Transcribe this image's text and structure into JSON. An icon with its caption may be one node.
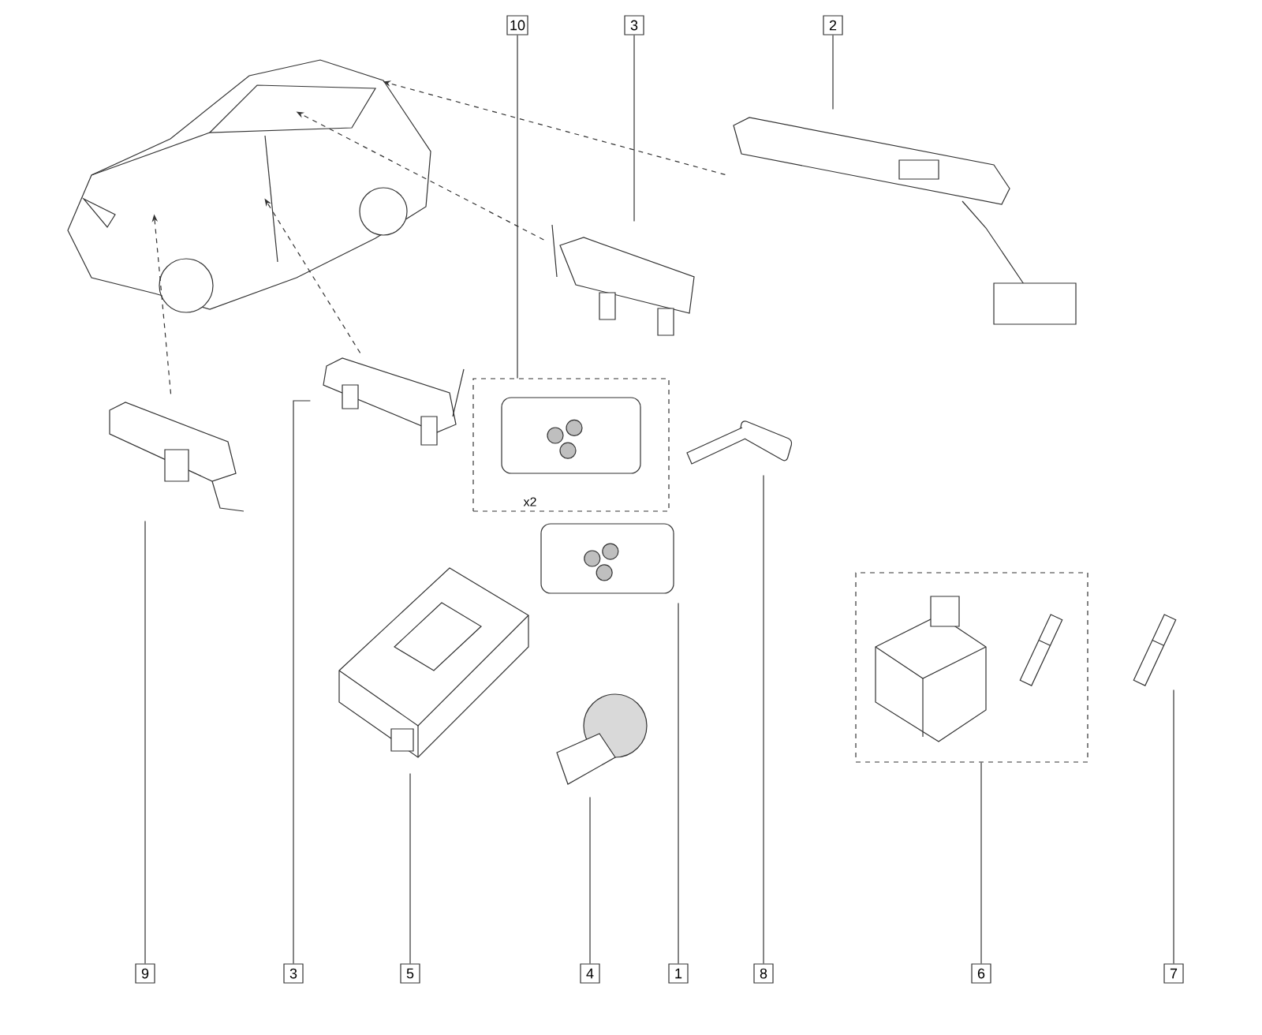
{
  "diagram": {
    "nodes": [
      {
        "text": [
          "10"
        ]
      },
      {
        "text": [
          "3"
        ]
      },
      {
        "text": [
          "2"
        ]
      },
      {
        "text": [
          "9"
        ]
      },
      {
        "text": [
          "3"
        ]
      },
      {
        "text": [
          "5"
        ]
      },
      {
        "text": [
          "4"
        ]
      },
      {
        "text": [
          "1"
        ]
      },
      {
        "text": [
          "8"
        ]
      },
      {
        "text": [
          "6"
        ]
      },
      {
        "text": [
          "7"
        ]
      },
      {
        "text": [],
        "shape": "picture"
      },
      {
        "text": [],
        "shape": "picture"
      },
      {
        "text": [],
        "shape": "picture"
      },
      {
        "text": [],
        "shape": "picture"
      },
      {
        "text": [],
        "shape": "picture"
      },
      {
        "text": [],
        "shape": "box"
      },
      {
        "text": [],
        "shape": "picture",
        "in": 16
      },
      {
        "text": [],
        "shape": "picture"
      },
      {
        "text": [],
        "shape": "picture"
      },
      {
        "text": [],
        "shape": "picture"
      },
      {
        "text": [],
        "shape": "picture"
      },
      {
        "text": [],
        "shape": "box"
      },
      {
        "text": [],
        "shape": "picture",
        "in": 22
      },
      {
        "text": [],
        "shape": "picture",
        "in": 22
      },
      {
        "text": [],
        "shape": "picture"
      }
    ],
    "edges": [
      {
        "from": 0,
        "to": 16,
        "arrow": "none"
      },
      {
        "from": 1,
        "to": 13,
        "arrow": "none"
      },
      {
        "from": 2,
        "to": 12,
        "arrow": "none"
      },
      {
        "from": 3,
        "to": 15,
        "arrow": "none"
      },
      {
        "from": 4,
        "to": 14,
        "arrow": "none"
      },
      {
        "from": 5,
        "to": 20,
        "arrow": "none"
      },
      {
        "from": 6,
        "to": 21,
        "arrow": "none"
      },
      {
        "from": 7,
        "to": 18,
        "arrow": "none"
      },
      {
        "from": 8,
        "to": 19,
        "arrow": "none"
      },
      {
        "from": 9,
        "to": 22,
        "arrow": "none"
      },
      {
        "from": 10,
        "to": 25,
        "arrow": "none"
      },
      {
        "from": 12,
        "to": 11,
        "arrow": "to",
        "style": "dashed"
      },
      {
        "from": 13,
        "to": 11,
        "arrow": "to",
        "style": "dashed"
      },
      {
        "from": 14,
        "to": 11,
        "arrow": "to",
        "style": "dashed"
      },
      {
        "from": 15,
        "to": 11,
        "arrow": "to",
        "style": "dashed"
      }
    ],
    "labels": [
      "x2"
    ]
  }
}
